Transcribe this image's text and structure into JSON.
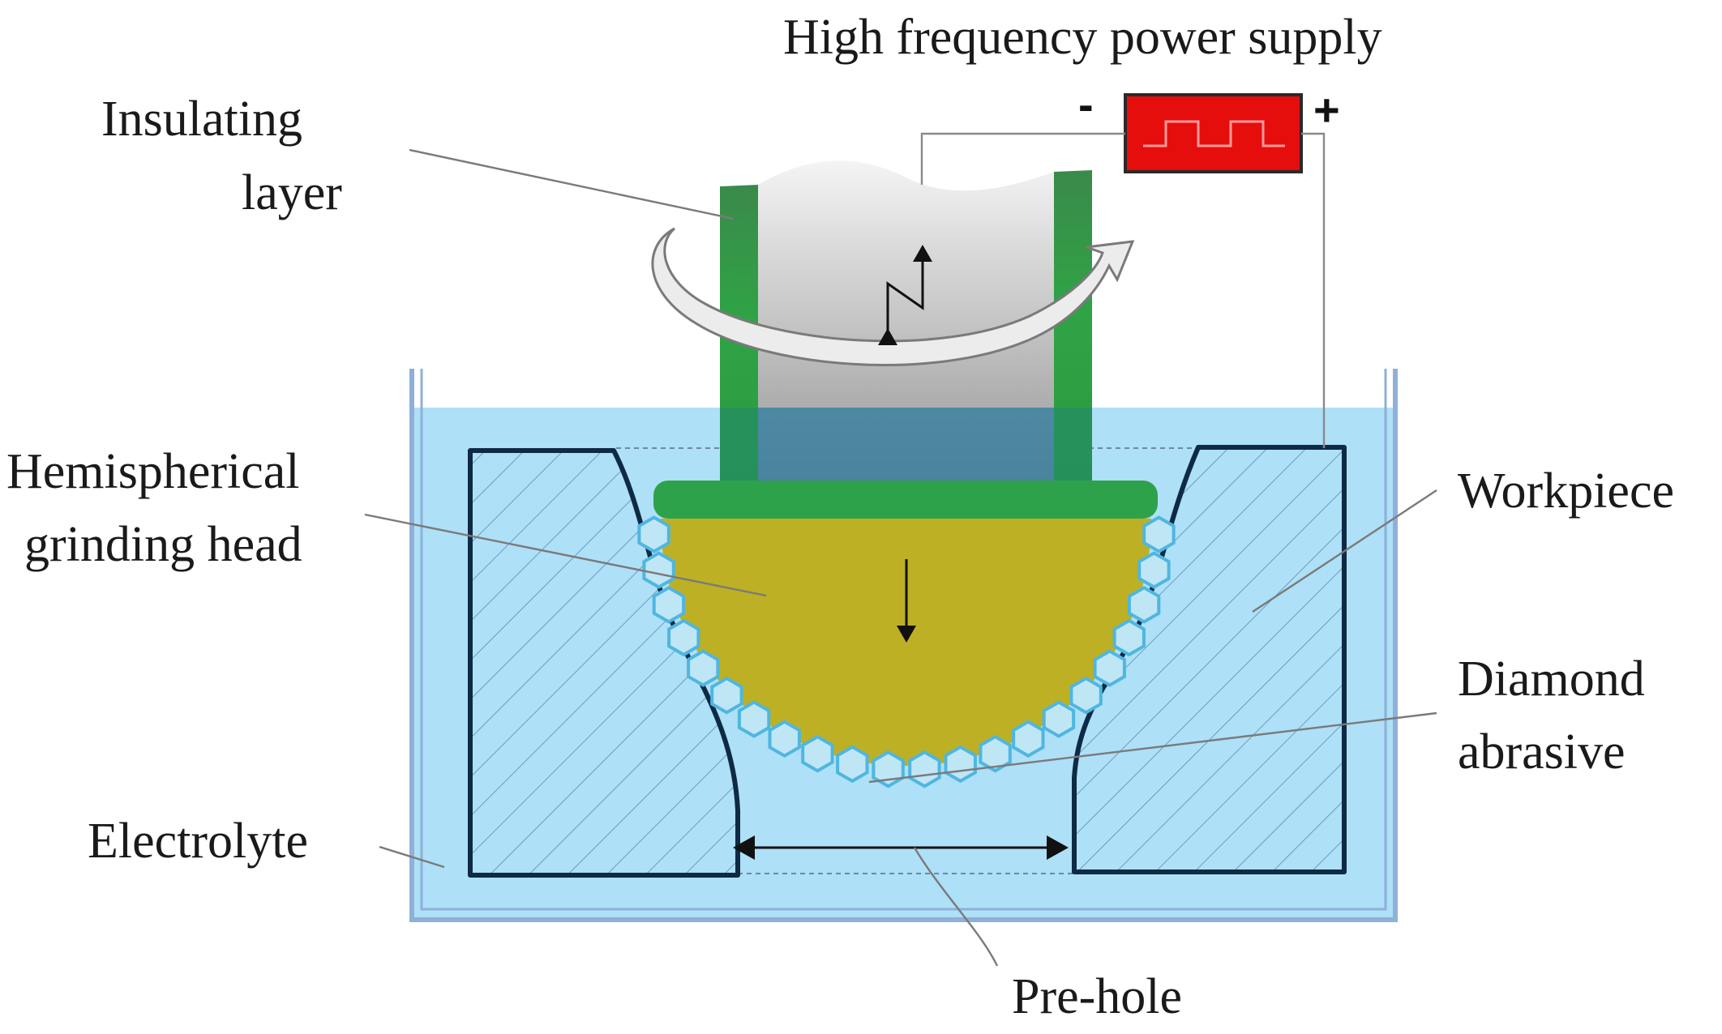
{
  "labels": {
    "power_supply": "High frequency power supply",
    "insulating_line1": "Insulating",
    "insulating_line2": "layer",
    "hemi_line1": "Hemispherical",
    "hemi_line2": "grinding head",
    "workpiece": "Workpiece",
    "diamond_line1": "Diamond",
    "diamond_line2": "abrasive",
    "electrolyte": "Electrolyte",
    "prehole": "Pre-hole"
  },
  "polarity": {
    "negative": "-",
    "positive": "+"
  },
  "colors": {
    "electrolyte": "#aee0f7",
    "tank_wall": "#8fb0d8",
    "workpiece_outline": "#0f2a44",
    "workpiece_hatch": "#5a8fb5",
    "insulating_layer": "#2e9e46",
    "grinding_head": "#bdb024",
    "diamond_outline": "#4fb6e0",
    "power_supply": "#e60d0d"
  }
}
